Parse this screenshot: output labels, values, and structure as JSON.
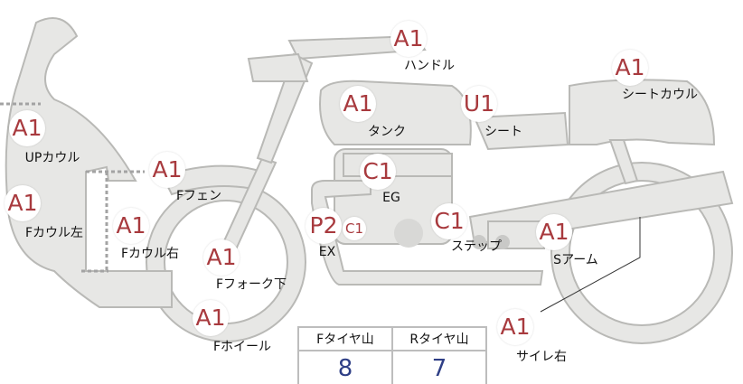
{
  "parts": [
    {
      "code": "A1",
      "label": "ハンドル"
    },
    {
      "code": "A1",
      "label": "シートカウル"
    },
    {
      "code": "A1",
      "label": "タンク"
    },
    {
      "code": "U1",
      "label": "シート"
    },
    {
      "code": "A1",
      "label": "UPカウル"
    },
    {
      "code": "A1",
      "label": "Fフェン"
    },
    {
      "code": "C1",
      "label": "EG"
    },
    {
      "code": "A1",
      "label": "Fカウル左"
    },
    {
      "code": "A1",
      "label": "Fカウル右"
    },
    {
      "code": "P2",
      "label": "EX",
      "extra_code": "C1"
    },
    {
      "code": "C1",
      "label": "ステップ"
    },
    {
      "code": "A1",
      "label": "Sアーム"
    },
    {
      "code": "A1",
      "label": "Fフォーク下"
    },
    {
      "code": "A1",
      "label": "Fホイール"
    },
    {
      "code": "A1",
      "label": "サイレ右"
    }
  ],
  "tyre": {
    "front_label": "Fタイヤ山",
    "rear_label": "Rタイヤ山",
    "front_value": "8",
    "rear_value": "7"
  },
  "colors": {
    "code": "#a83a3e",
    "value": "#2f3f86",
    "part_fill": "#e7e7e5",
    "part_stroke": "#b9b9b6"
  }
}
